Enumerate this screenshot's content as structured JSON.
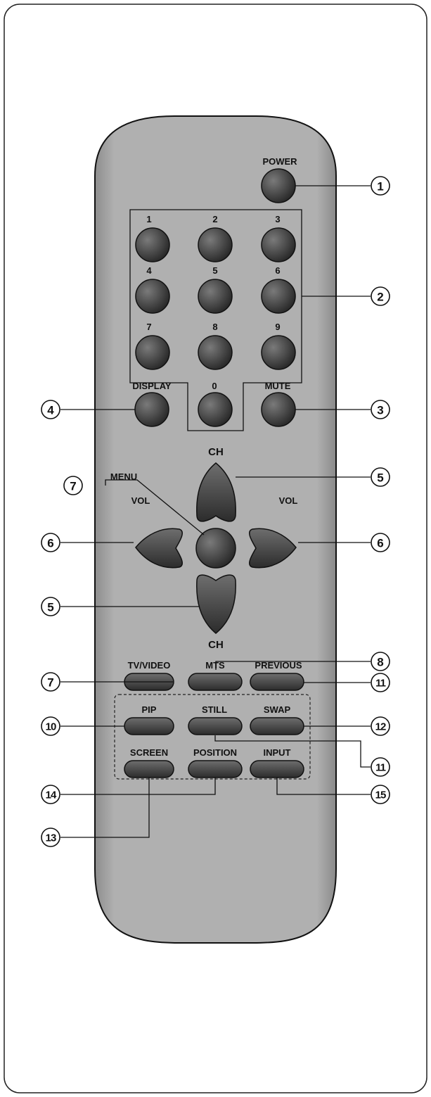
{
  "remote": {
    "power_label": "POWER",
    "digits": [
      "1",
      "2",
      "3",
      "4",
      "5",
      "6",
      "7",
      "8",
      "9"
    ],
    "zero_label": "0",
    "display_label": "DISPLAY",
    "mute_label": "MUTE",
    "ch_up_label": "CH",
    "ch_down_label": "CH",
    "menu_label": "MENU",
    "vol_left_label": "VOL",
    "vol_right_label": "VOL",
    "tv_video_label": "TV/VIDEO",
    "mts_label": "MTS",
    "previous_label": "PREVIOUS",
    "pip_label": "PIP",
    "still_label": "STILL",
    "swap_label": "SWAP",
    "screen_label": "SCREEN",
    "position_label": "POSITION",
    "input_label": "INPUT"
  },
  "callouts": {
    "power": "1",
    "number_keys": "2",
    "mute": "3",
    "display": "4",
    "ch_up": "5",
    "ch_down": "5",
    "vol_left": "6",
    "vol_right": "6",
    "menu": "7",
    "tv_video": "7",
    "mts": "8",
    "previous": "11",
    "pip": "10",
    "swap": "12",
    "still": "11",
    "position": "14",
    "input": "15",
    "screen": "13"
  },
  "colors": {
    "body": "#a8a8a8",
    "button": "#444444",
    "frame": "#222222"
  }
}
